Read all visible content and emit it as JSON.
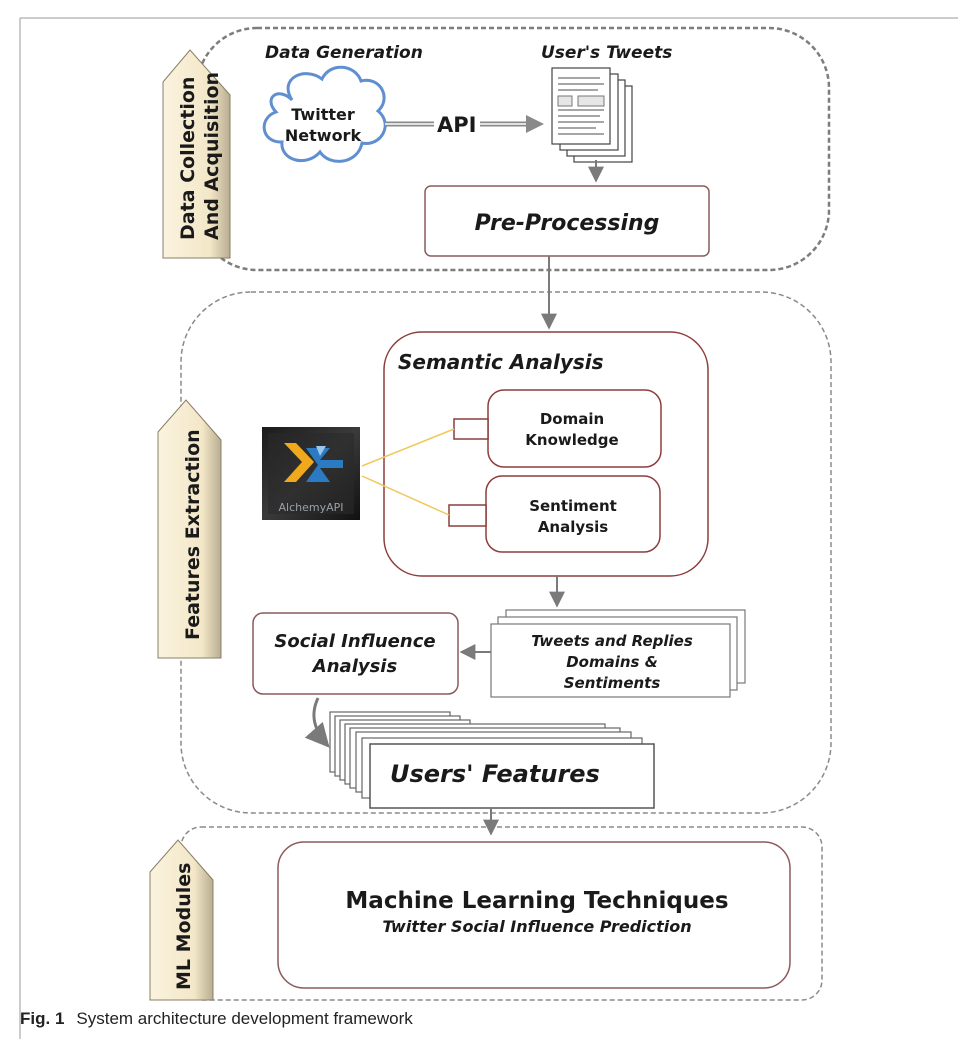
{
  "sections": {
    "collection_label_line1": "Data Collection",
    "collection_label_line2": "And Acquisition",
    "features_label": "Features Extraction",
    "ml_label": "ML Modules"
  },
  "collection": {
    "data_generation_title": "Data Generation",
    "users_tweets_title": "User's Tweets",
    "cloud_line1": "Twitter",
    "cloud_line2": "Network",
    "api_label": "API",
    "preprocessing_label": "Pre-Processing"
  },
  "features": {
    "semantic_title": "Semantic Analysis",
    "domain_line1": "Domain",
    "domain_line2": "Knowledge",
    "sentiment_line1": "Sentiment",
    "sentiment_line2": "Analysis",
    "alchemy_logo_text": "AlchemyAPI",
    "tweets_line1": "Tweets and Replies",
    "tweets_line2": "Domains &",
    "tweets_line3": "Sentiments",
    "social_line1": "Social Influence",
    "social_line2": "Analysis",
    "users_features": "Users' Features"
  },
  "ml": {
    "title": "Machine Learning Techniques",
    "subtitle": "Twitter Social Influence Prediction"
  },
  "caption": {
    "label": "Fig. 1",
    "text": "System architecture development framework"
  }
}
